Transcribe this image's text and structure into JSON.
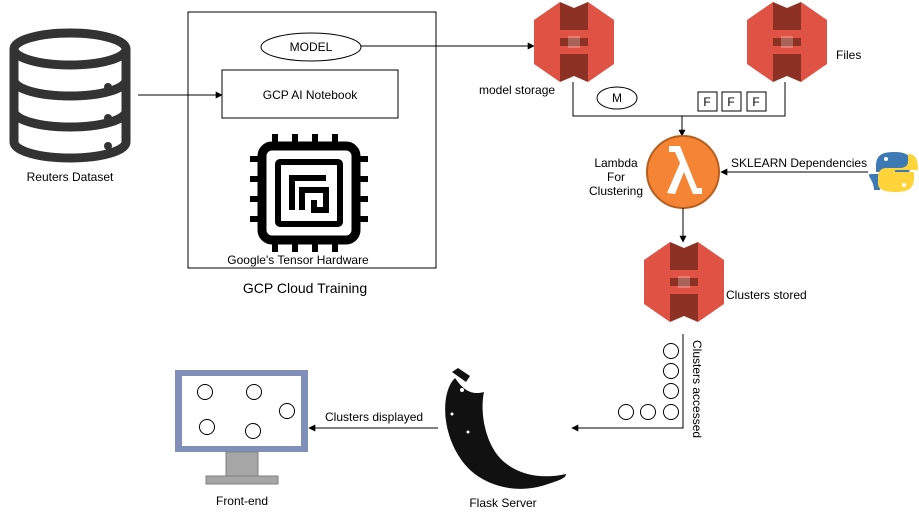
{
  "labels": {
    "reuters_dataset": "Reuters Dataset",
    "model": "MODEL",
    "gcp_notebook": "GCP AI Notebook",
    "tensor_hardware": "Google's Tensor Hardware",
    "gcp_training": "GCP Cloud Training",
    "model_storage": "model storage",
    "model_letter": "M",
    "files": "Files",
    "file_letter": "F",
    "lambda_line1": "Lambda",
    "lambda_line2": "For",
    "lambda_line3": "Clustering",
    "sklearn": "SKLEARN Dependencies",
    "clusters_stored": "Clusters stored",
    "clusters_accessed": "Clusters accessed",
    "clusters_displayed": "Clusters displayed",
    "flask_server": "Flask Server",
    "front_end": "Front-end"
  },
  "colors": {
    "aws_s3_red": "#e05243",
    "aws_s3_dark": "#8c3123",
    "lambda_orange": "#f58534",
    "python_blue": "#3d7ab3",
    "python_yellow": "#ffd43b",
    "monitor_frame": "#7f8fb8",
    "monitor_stand": "#a6a6a6"
  },
  "icons": {
    "database": "database-icon",
    "chip": "tensor-chip-icon",
    "s3": "s3-bucket-icon",
    "lambda": "lambda-icon",
    "python": "python-icon",
    "flask": "flask-horn-icon",
    "monitor": "monitor-icon"
  }
}
